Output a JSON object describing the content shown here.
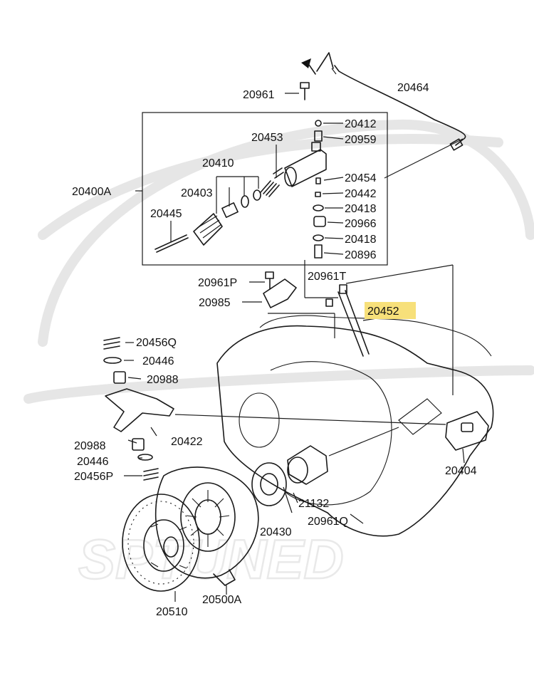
{
  "watermark": "SPTUNED",
  "highlight_color": "#f7e07a",
  "labels": [
    "20464",
    "20961",
    "20412",
    "20959",
    "20453",
    "20410",
    "20454",
    "20400A",
    "20403",
    "20442",
    "20418",
    "20445",
    "20966",
    "20418",
    "20896",
    "20961T",
    "20961P",
    "20985",
    "20452",
    "20456Q",
    "20446",
    "20988",
    "20422",
    "20988",
    "20446",
    "20404",
    "20456P",
    "21132",
    "20961Q",
    "20430",
    "20500A",
    "20510"
  ]
}
